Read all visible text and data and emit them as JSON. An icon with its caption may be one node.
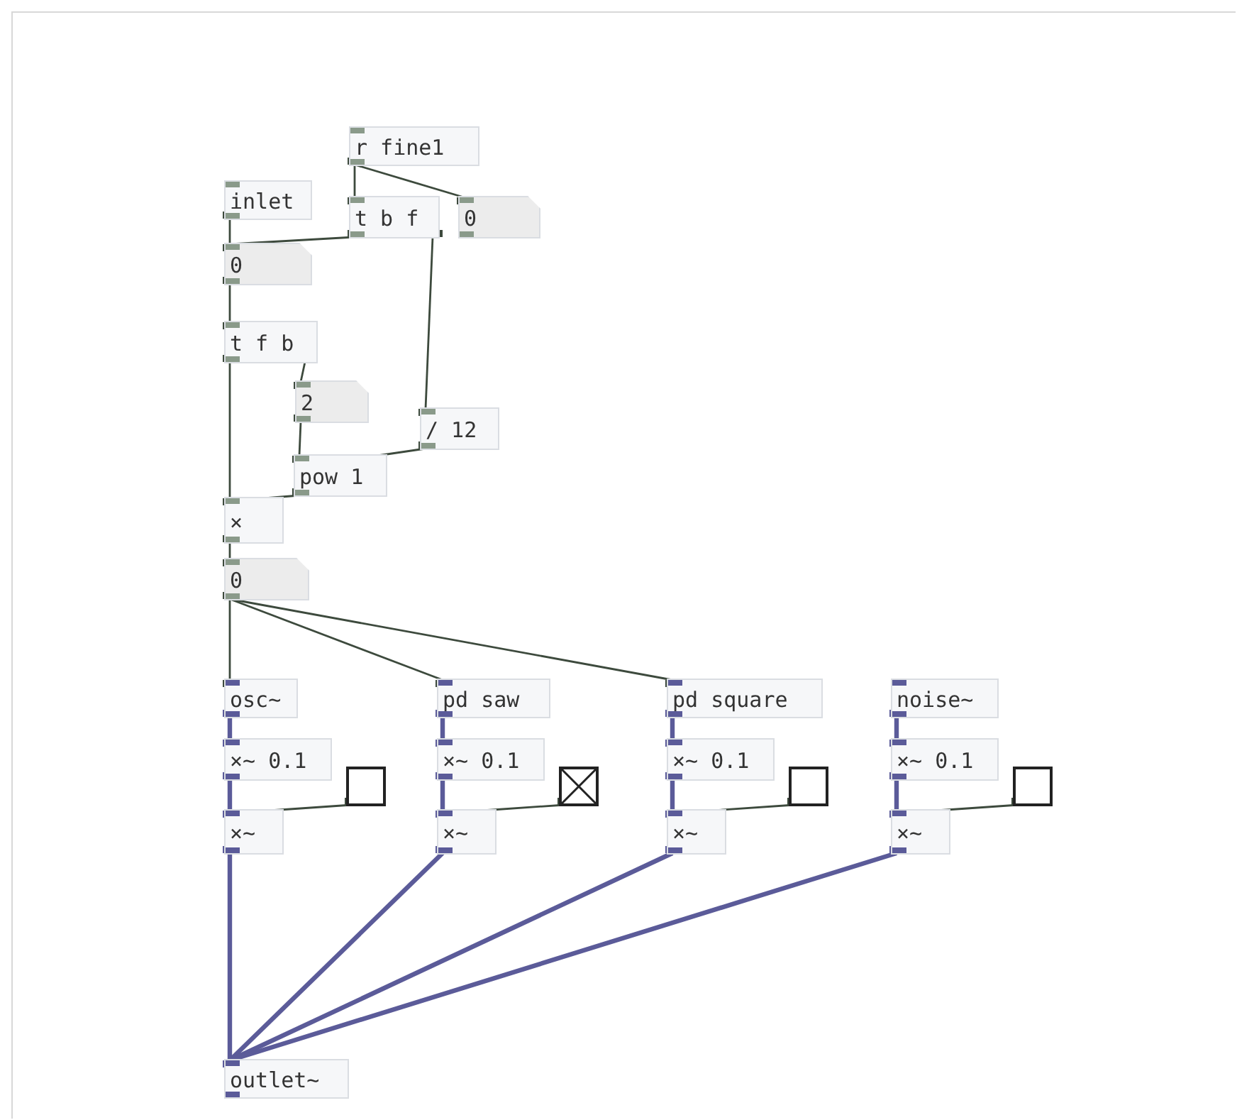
{
  "diagram": {
    "nodes": [
      {
        "text": [
          "r fine1"
        ]
      },
      {
        "text": [
          "inlet"
        ]
      },
      {
        "text": [
          "t b f"
        ]
      },
      {
        "text": [
          "0"
        ]
      },
      {
        "text": [
          "0"
        ]
      },
      {
        "text": [
          "t f b"
        ]
      },
      {
        "text": [
          "2"
        ]
      },
      {
        "text": [
          "/ 12"
        ]
      },
      {
        "text": [
          "pow 1"
        ]
      },
      {
        "text": [
          "×"
        ]
      },
      {
        "text": [
          "0"
        ]
      },
      {
        "text": [
          "osc~"
        ]
      },
      {
        "text": [
          "×~ 0.1"
        ]
      },
      {
        "text": [],
        "shape": "box"
      },
      {
        "text": [
          "×~"
        ]
      },
      {
        "text": [
          "pd saw"
        ]
      },
      {
        "text": [
          "×~ 0.1"
        ]
      },
      {
        "text": [],
        "shape": "box"
      },
      {
        "text": [
          "×~"
        ]
      },
      {
        "text": [
          "pd square"
        ]
      },
      {
        "text": [
          "×~ 0.1"
        ]
      },
      {
        "text": [],
        "shape": "box"
      },
      {
        "text": [
          "×~"
        ]
      },
      {
        "text": [
          "noise~"
        ]
      },
      {
        "text": [
          "×~ 0.1"
        ]
      },
      {
        "text": [],
        "shape": "box"
      },
      {
        "text": [
          "×~"
        ]
      },
      {
        "text": [
          "outlet~"
        ]
      }
    ],
    "edges": [
      {
        "from": 0,
        "to": 2,
        "arrow": "other"
      },
      {
        "from": 0,
        "to": 3,
        "arrow": "other"
      },
      {
        "from": 1,
        "to": 4,
        "arrow": "other"
      },
      {
        "from": 2,
        "to": 4,
        "arrow": "other"
      },
      {
        "from": 2,
        "to": 7,
        "arrow": "other"
      },
      {
        "from": 4,
        "to": 5,
        "arrow": "other"
      },
      {
        "from": 5,
        "to": 9,
        "arrow": "other"
      },
      {
        "from": 5,
        "to": 6,
        "arrow": "other"
      },
      {
        "from": 6,
        "to": 8,
        "arrow": "other"
      },
      {
        "from": 7,
        "to": 8,
        "arrow": "other"
      },
      {
        "from": 8,
        "to": 9,
        "arrow": "other"
      },
      {
        "from": 9,
        "to": 10,
        "arrow": "other"
      },
      {
        "from": 10,
        "to": 11,
        "arrow": "other"
      },
      {
        "from": 10,
        "to": 15,
        "arrow": "other"
      },
      {
        "from": 10,
        "to": 19,
        "arrow": "other"
      },
      {
        "from": 11,
        "to": 12,
        "arrow": "other",
        "style": "thick",
        "color": "#5b5b99"
      },
      {
        "from": 12,
        "to": 14,
        "arrow": "other",
        "style": "thick",
        "color": "#5b5b99"
      },
      {
        "from": 13,
        "to": 14,
        "arrow": "other"
      },
      {
        "from": 15,
        "to": 16,
        "arrow": "other",
        "style": "thick",
        "color": "#5b5b99"
      },
      {
        "from": 16,
        "to": 18,
        "arrow": "other",
        "style": "thick",
        "color": "#5b5b99"
      },
      {
        "from": 17,
        "to": 18,
        "arrow": "other"
      },
      {
        "from": 19,
        "to": 20,
        "arrow": "other",
        "style": "thick",
        "color": "#5b5b99"
      },
      {
        "from": 20,
        "to": 22,
        "arrow": "other",
        "style": "thick",
        "color": "#5b5b99"
      },
      {
        "from": 21,
        "to": 22,
        "arrow": "other"
      },
      {
        "from": 23,
        "to": 24,
        "arrow": "other",
        "style": "thick",
        "color": "#5b5b99"
      },
      {
        "from": 24,
        "to": 26,
        "arrow": "other",
        "style": "thick",
        "color": "#5b5b99"
      },
      {
        "from": 25,
        "to": 26,
        "arrow": "other"
      },
      {
        "from": 14,
        "to": 27,
        "arrow": "other",
        "style": "thick",
        "color": "#5b5b99"
      },
      {
        "from": 18,
        "to": 27,
        "arrow": "other",
        "style": "thick",
        "color": "#5b5b99"
      },
      {
        "from": 22,
        "to": 27,
        "arrow": "other",
        "style": "thick",
        "color": "#5b5b99"
      },
      {
        "from": 26,
        "to": 27,
        "arrow": "other",
        "style": "thick",
        "color": "#5b5b99"
      }
    ]
  }
}
